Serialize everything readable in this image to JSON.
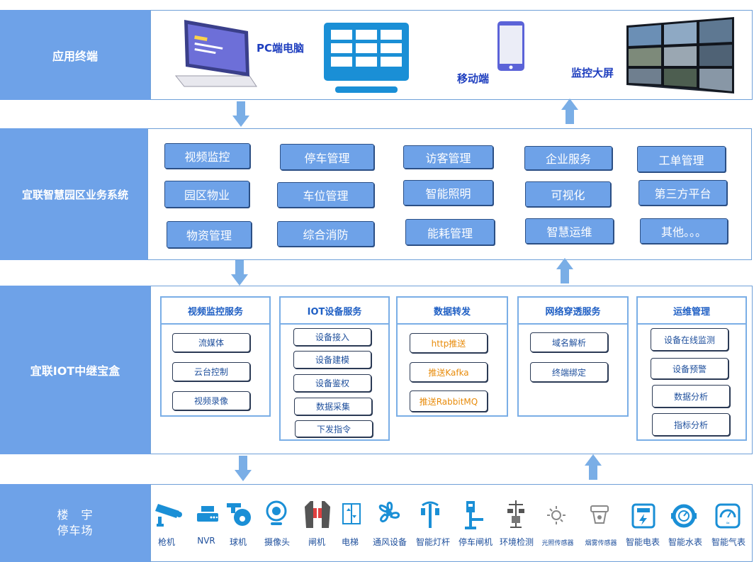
{
  "layers": {
    "app": "应用终端",
    "business": "宜联智慧园区业务系统",
    "iot": "宜联IOT中继宝盒",
    "bottom_line1": "楼　宇",
    "bottom_line2": "停车场"
  },
  "terminals": {
    "pc": "PC端电脑",
    "mobile": "移动端",
    "screen": "监控大屏"
  },
  "business_items": [
    "视频监控",
    "停车管理",
    "访客管理",
    "企业服务",
    "工单管理",
    "园区物业",
    "车位管理",
    "智能照明",
    "可视化",
    "第三方平台",
    "物资管理",
    "综合消防",
    "能耗管理",
    "智慧运维",
    "其他。。。"
  ],
  "iot_cards": [
    {
      "title": "视频监控服务",
      "items": [
        "流媒体",
        "云台控制",
        "视频录像"
      ]
    },
    {
      "title": "IOT设备服务",
      "items": [
        "设备接入",
        "设备建模",
        "设备鉴权",
        "数据采集",
        "下发指令"
      ]
    },
    {
      "title": "数据转发",
      "items": [
        "http推送",
        "推送Kafka",
        "推送RabbitMQ"
      ]
    },
    {
      "title": "网络穿透服务",
      "items": [
        "域名解析",
        "终端绑定"
      ]
    },
    {
      "title": "运维管理",
      "items": [
        "设备在线监测",
        "设备预警",
        "数据分析",
        "指标分析"
      ]
    }
  ],
  "devices": [
    {
      "label": "枪机",
      "icon": "bullet-camera-icon"
    },
    {
      "label": "NVR",
      "icon": "nvr-icon"
    },
    {
      "label": "球机",
      "icon": "dome-camera-icon"
    },
    {
      "label": "摄像头",
      "icon": "webcam-icon"
    },
    {
      "label": "闸机",
      "icon": "turnstile-icon"
    },
    {
      "label": "电梯",
      "icon": "elevator-icon"
    },
    {
      "label": "通风设备",
      "icon": "fan-icon"
    },
    {
      "label": "智能灯杆",
      "icon": "lamp-post-icon"
    },
    {
      "label": "停车闸机",
      "icon": "parking-barrier-icon"
    },
    {
      "label": "环境检测",
      "icon": "environment-sensor-icon"
    },
    {
      "label": "光照传感器",
      "icon": "light-sensor-icon"
    },
    {
      "label": "烟雾传感器",
      "icon": "smoke-sensor-icon"
    },
    {
      "label": "智能电表",
      "icon": "electric-meter-icon"
    },
    {
      "label": "智能水表",
      "icon": "water-meter-icon"
    },
    {
      "label": "智能气表",
      "icon": "gas-meter-icon"
    }
  ],
  "colors": {
    "layer_blue": "#6ea2e8",
    "icon_blue": "#1a8fd6",
    "title_blue": "#1f5fc4",
    "orange_text": "#e88b0a"
  }
}
